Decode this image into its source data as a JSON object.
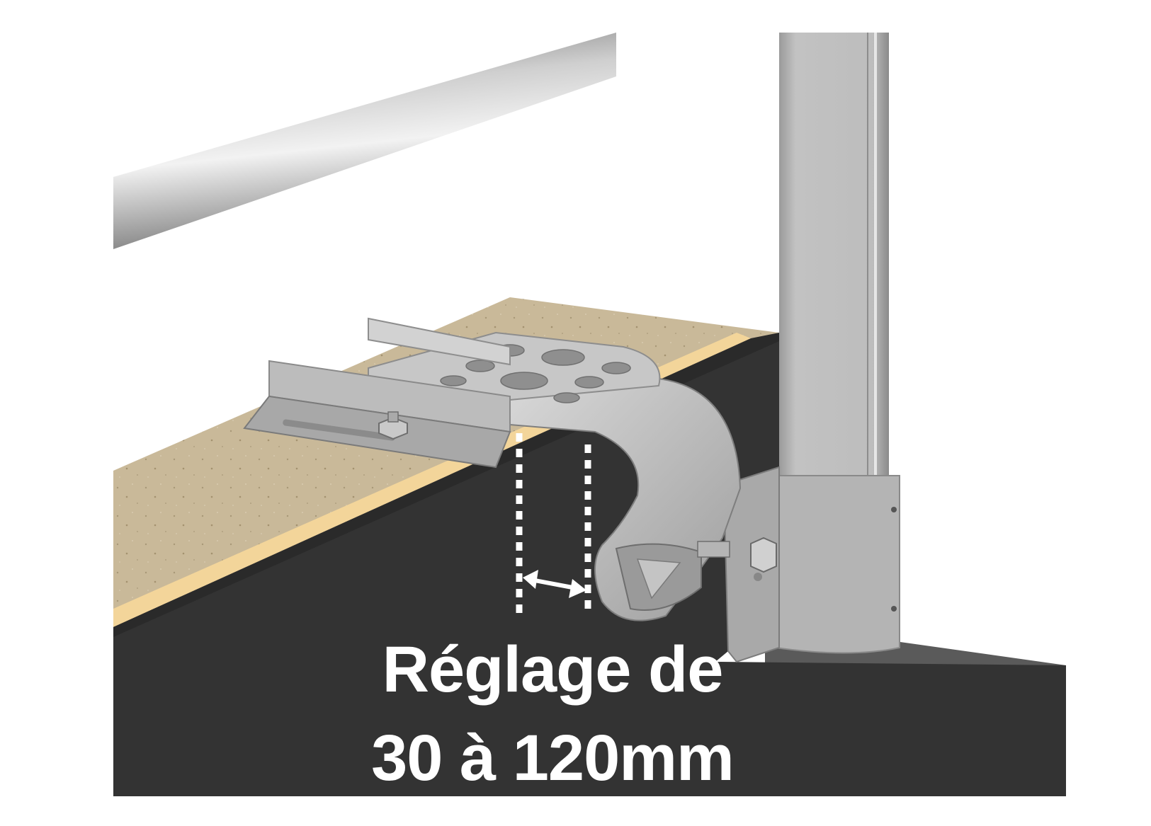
{
  "caption": {
    "line1": "Réglage de",
    "line2": "30 à 120mm"
  },
  "colors": {
    "background": "#ffffff",
    "base_dark": "#333333",
    "base_light": "#5a5a5a",
    "concrete": "#c9b999",
    "stripe": "#f3d59a",
    "metal": "#b9b9b9",
    "metal_dark": "#8e8e8e",
    "caption_text": "#ffffff"
  },
  "icons": {
    "adjustment_arrow": "double-headed-arrow",
    "bolt": "hex-bolt"
  }
}
